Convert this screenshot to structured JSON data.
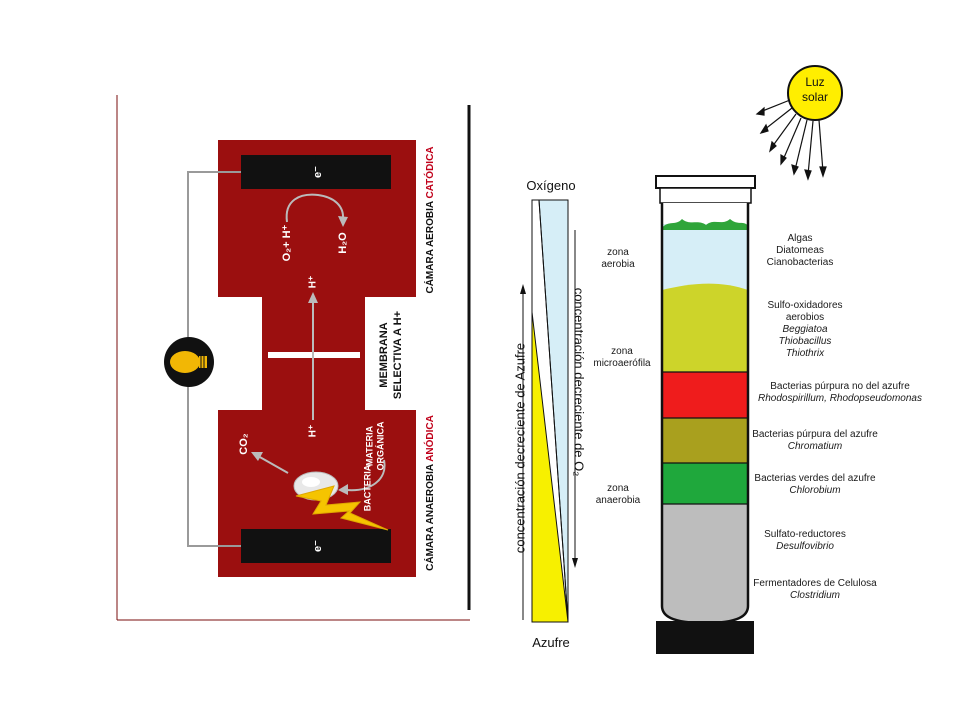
{
  "fuel_cell": {
    "cathode_electron": "e⁻",
    "anode_electron": "e⁻",
    "cathode_reactants": "O₂+ H⁺",
    "cathode_product": "H₂O",
    "proton_up": "H⁺",
    "proton_down": "H⁺",
    "co2": "CO₂",
    "bacteria": "BACTERIA",
    "organic_matter_line1": "MATERIA",
    "organic_matter_line2": "ORGÁNICA",
    "membrane_line1": "MEMBRANA",
    "membrane_line2": "SELECTIVA A H+",
    "cathode_chamber_label": "CÁMARA AEROBIA",
    "cathode_chamber_accent": "CATÓDICA",
    "anode_chamber_label": "CÁMARA ANAEROBIA",
    "anode_chamber_accent": "ANÓDICA",
    "colors": {
      "chamber": "#9b0f0f",
      "accent": "#c0001a",
      "bulb": "#f2b705",
      "lightning": "#f5c400"
    }
  },
  "winogradsky": {
    "sun_label_line1": "Luz",
    "sun_label_line2": "solar",
    "oxygen_label": "Oxígeno",
    "sulfur_label": "Azufre",
    "o2_gradient_label": "concentración decreciente de O₂",
    "sulfur_gradient_label": "concentración decreciente de Azufre",
    "zones": [
      {
        "line1": "zona",
        "line2": "aerobia"
      },
      {
        "line1": "zona",
        "line2": "microaerófila"
      },
      {
        "line1": "zona",
        "line2": "anaerobia"
      }
    ],
    "layers": [
      {
        "color": "#2fa53a",
        "organisms": [
          "Algas",
          "Diatomeas",
          "Cianobacterias"
        ],
        "species": []
      },
      {
        "color": "#cdd42a",
        "organisms": [
          "Sulfo-oxidadores aerobios"
        ],
        "species": [
          "Beggiatoa",
          "Thiobacillus",
          "Thiothrix"
        ]
      },
      {
        "color": "#ef1c1c",
        "organisms": [
          "Bacterias púrpura no del azufre"
        ],
        "species": [
          "Rhodospirillum, Rhodopseudomonas"
        ]
      },
      {
        "color": "#a9a01e",
        "organisms": [
          "Bacterias púrpura del azufre"
        ],
        "species": [
          "Chromatium"
        ]
      },
      {
        "color": "#1fa83c",
        "organisms": [
          "Bacterias verdes del azufre"
        ],
        "species": [
          "Chlorobium"
        ]
      },
      {
        "color": "#bdbdbd",
        "organisms": [
          "Sulfato-reductores"
        ],
        "species": [
          "Desulfovibrio"
        ]
      },
      {
        "color": "#bdbdbd",
        "organisms": [
          "Fermentadores de Celulosa"
        ],
        "species": [
          "Clostridium"
        ]
      }
    ],
    "colors": {
      "sun": "#ffee00",
      "water": "#d6eef7",
      "oxygen_wedge": "#d6eef7",
      "sulfur_wedge": "#f7f000"
    }
  }
}
